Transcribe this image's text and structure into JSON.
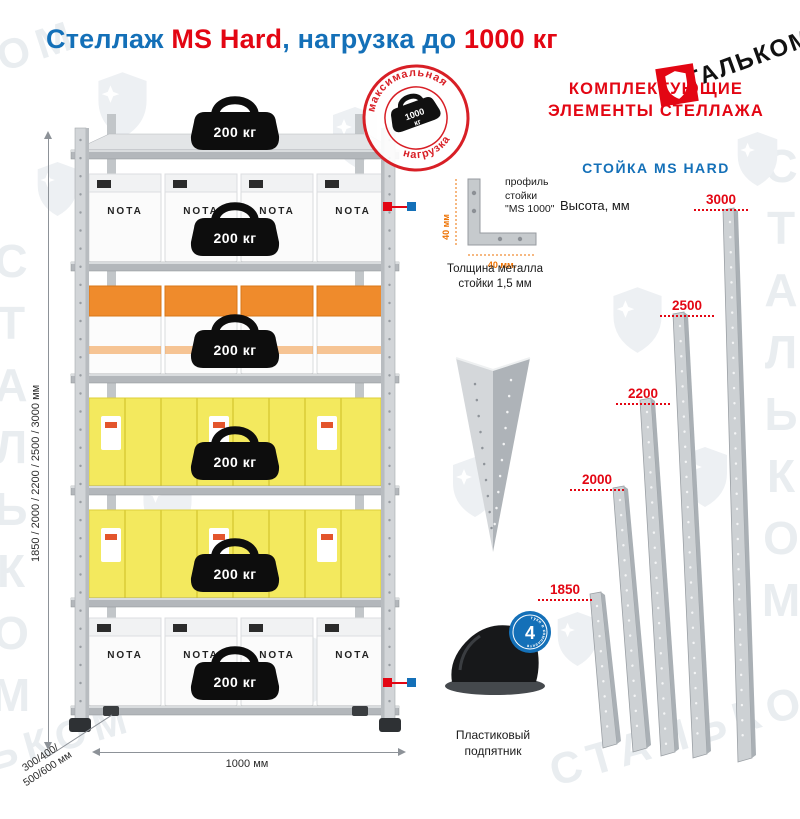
{
  "watermark": {
    "text": "СТАЛЬКОМ"
  },
  "logo": {
    "text": "СТАЛЬКОМ"
  },
  "title": {
    "s1": "Стеллаж ",
    "s2": "MS Hard",
    "s3": ", нагрузка до ",
    "s4": "1000 кг"
  },
  "stamp": {
    "top": "максимальная",
    "bottom": "нагрузка",
    "value": "1000",
    "unit": "кг"
  },
  "rack": {
    "box_brand": "NOTA",
    "weights": [
      "200 кг",
      "200 кг",
      "200 кг",
      "200 кг",
      "200 кг",
      "200 кг"
    ],
    "dims": {
      "height": "1850 / 2000 / 2200 / 2500 / 3000 мм",
      "width": "1000 мм",
      "depth_line1": "300/400/",
      "depth_line2": "500/600 мм"
    }
  },
  "profile": {
    "dim_vertical": "40 мм",
    "dim_horizontal": "40 мм.",
    "label_line1": "профиль",
    "label_line2": "стойки",
    "label_line3": "\"MS 1000\"",
    "thickness_line1": "Толщина металла",
    "thickness_line2": "стойки 1,5 мм"
  },
  "foot": {
    "badge_number": "4",
    "badge_text": "штуки в комплекте",
    "label_line1": "Пластиковый",
    "label_line2": "подпятник"
  },
  "components": {
    "header_line1": "КОМПЛЕКТУЮЩИЕ",
    "header_line2": "ЭЛЕМЕНТЫ СТЕЛЛАЖА",
    "subheader": "СТОЙКА MS HARD",
    "height_label": "Высота, мм",
    "posts": [
      {
        "label": "3000"
      },
      {
        "label": "2500"
      },
      {
        "label": "2200"
      },
      {
        "label": "2000"
      },
      {
        "label": "1850"
      }
    ]
  }
}
